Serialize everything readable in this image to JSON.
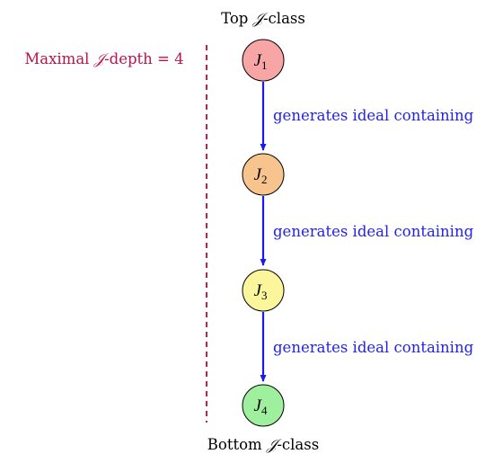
{
  "top_caption": {
    "prefix": "Top ",
    "symbol": "𝒥",
    "suffix": "-class"
  },
  "bottom_caption": {
    "prefix": "Bottom ",
    "symbol": "𝒥",
    "suffix": "-class"
  },
  "depth_label": {
    "prefix": "Maximal ",
    "symbol": "𝒥",
    "suffix": "-depth = 4"
  },
  "nodes": [
    {
      "letter": "J",
      "sub": "1",
      "fill": "#f7a5a5"
    },
    {
      "letter": "J",
      "sub": "2",
      "fill": "#f8c48e"
    },
    {
      "letter": "J",
      "sub": "3",
      "fill": "#fbf69c"
    },
    {
      "letter": "J",
      "sub": "4",
      "fill": "#9ef09e"
    }
  ],
  "edges": [
    {
      "label": "generates ideal containing"
    },
    {
      "label": "generates ideal containing"
    },
    {
      "label": "generates ideal containing"
    }
  ],
  "colors": {
    "edge": "#1a1aee",
    "edge_text": "#2222ee",
    "depth_line": "#c81e4a",
    "depth_text": "#b8144a",
    "node_stroke": "#000000",
    "caption": "#000000"
  }
}
